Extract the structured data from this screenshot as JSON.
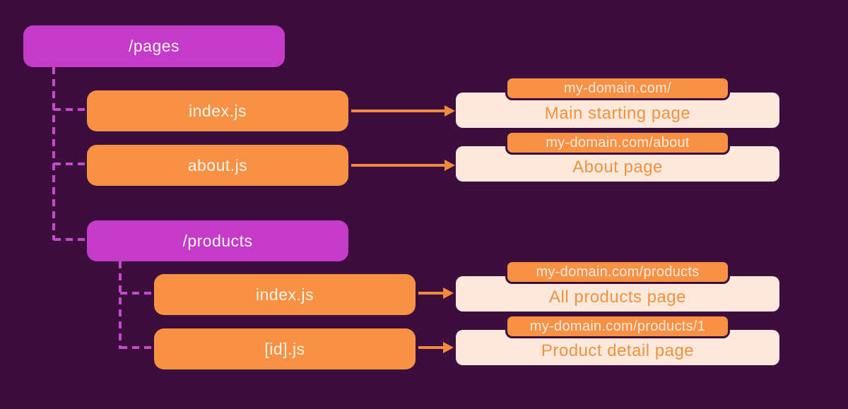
{
  "colors": {
    "bg": "#3b0e3e",
    "folder": "#c43bc9",
    "file": "#f89143",
    "card": "#fce9db",
    "connector": "#c44aca",
    "arrow": "#f18b3c",
    "node-text": "#fdf4ec",
    "badge-text": "#fbeadf",
    "card-text": "#f0923f"
  },
  "tree": {
    "root": {
      "type": "folder",
      "label": "/pages"
    },
    "children": [
      {
        "type": "file",
        "label": "index.js",
        "result": {
          "url": "my-domain.com/",
          "description": "Main starting page"
        }
      },
      {
        "type": "file",
        "label": "about.js",
        "result": {
          "url": "my-domain.com/about",
          "description": "About page"
        }
      },
      {
        "type": "folder",
        "label": "/products",
        "children": [
          {
            "type": "file",
            "label": "index.js",
            "result": {
              "url": "my-domain.com/products",
              "description": "All products page"
            }
          },
          {
            "type": "file",
            "label": "[id].js",
            "result": {
              "url": "my-domain.com/products/1",
              "description": "Product detail page"
            }
          }
        ]
      }
    ]
  }
}
